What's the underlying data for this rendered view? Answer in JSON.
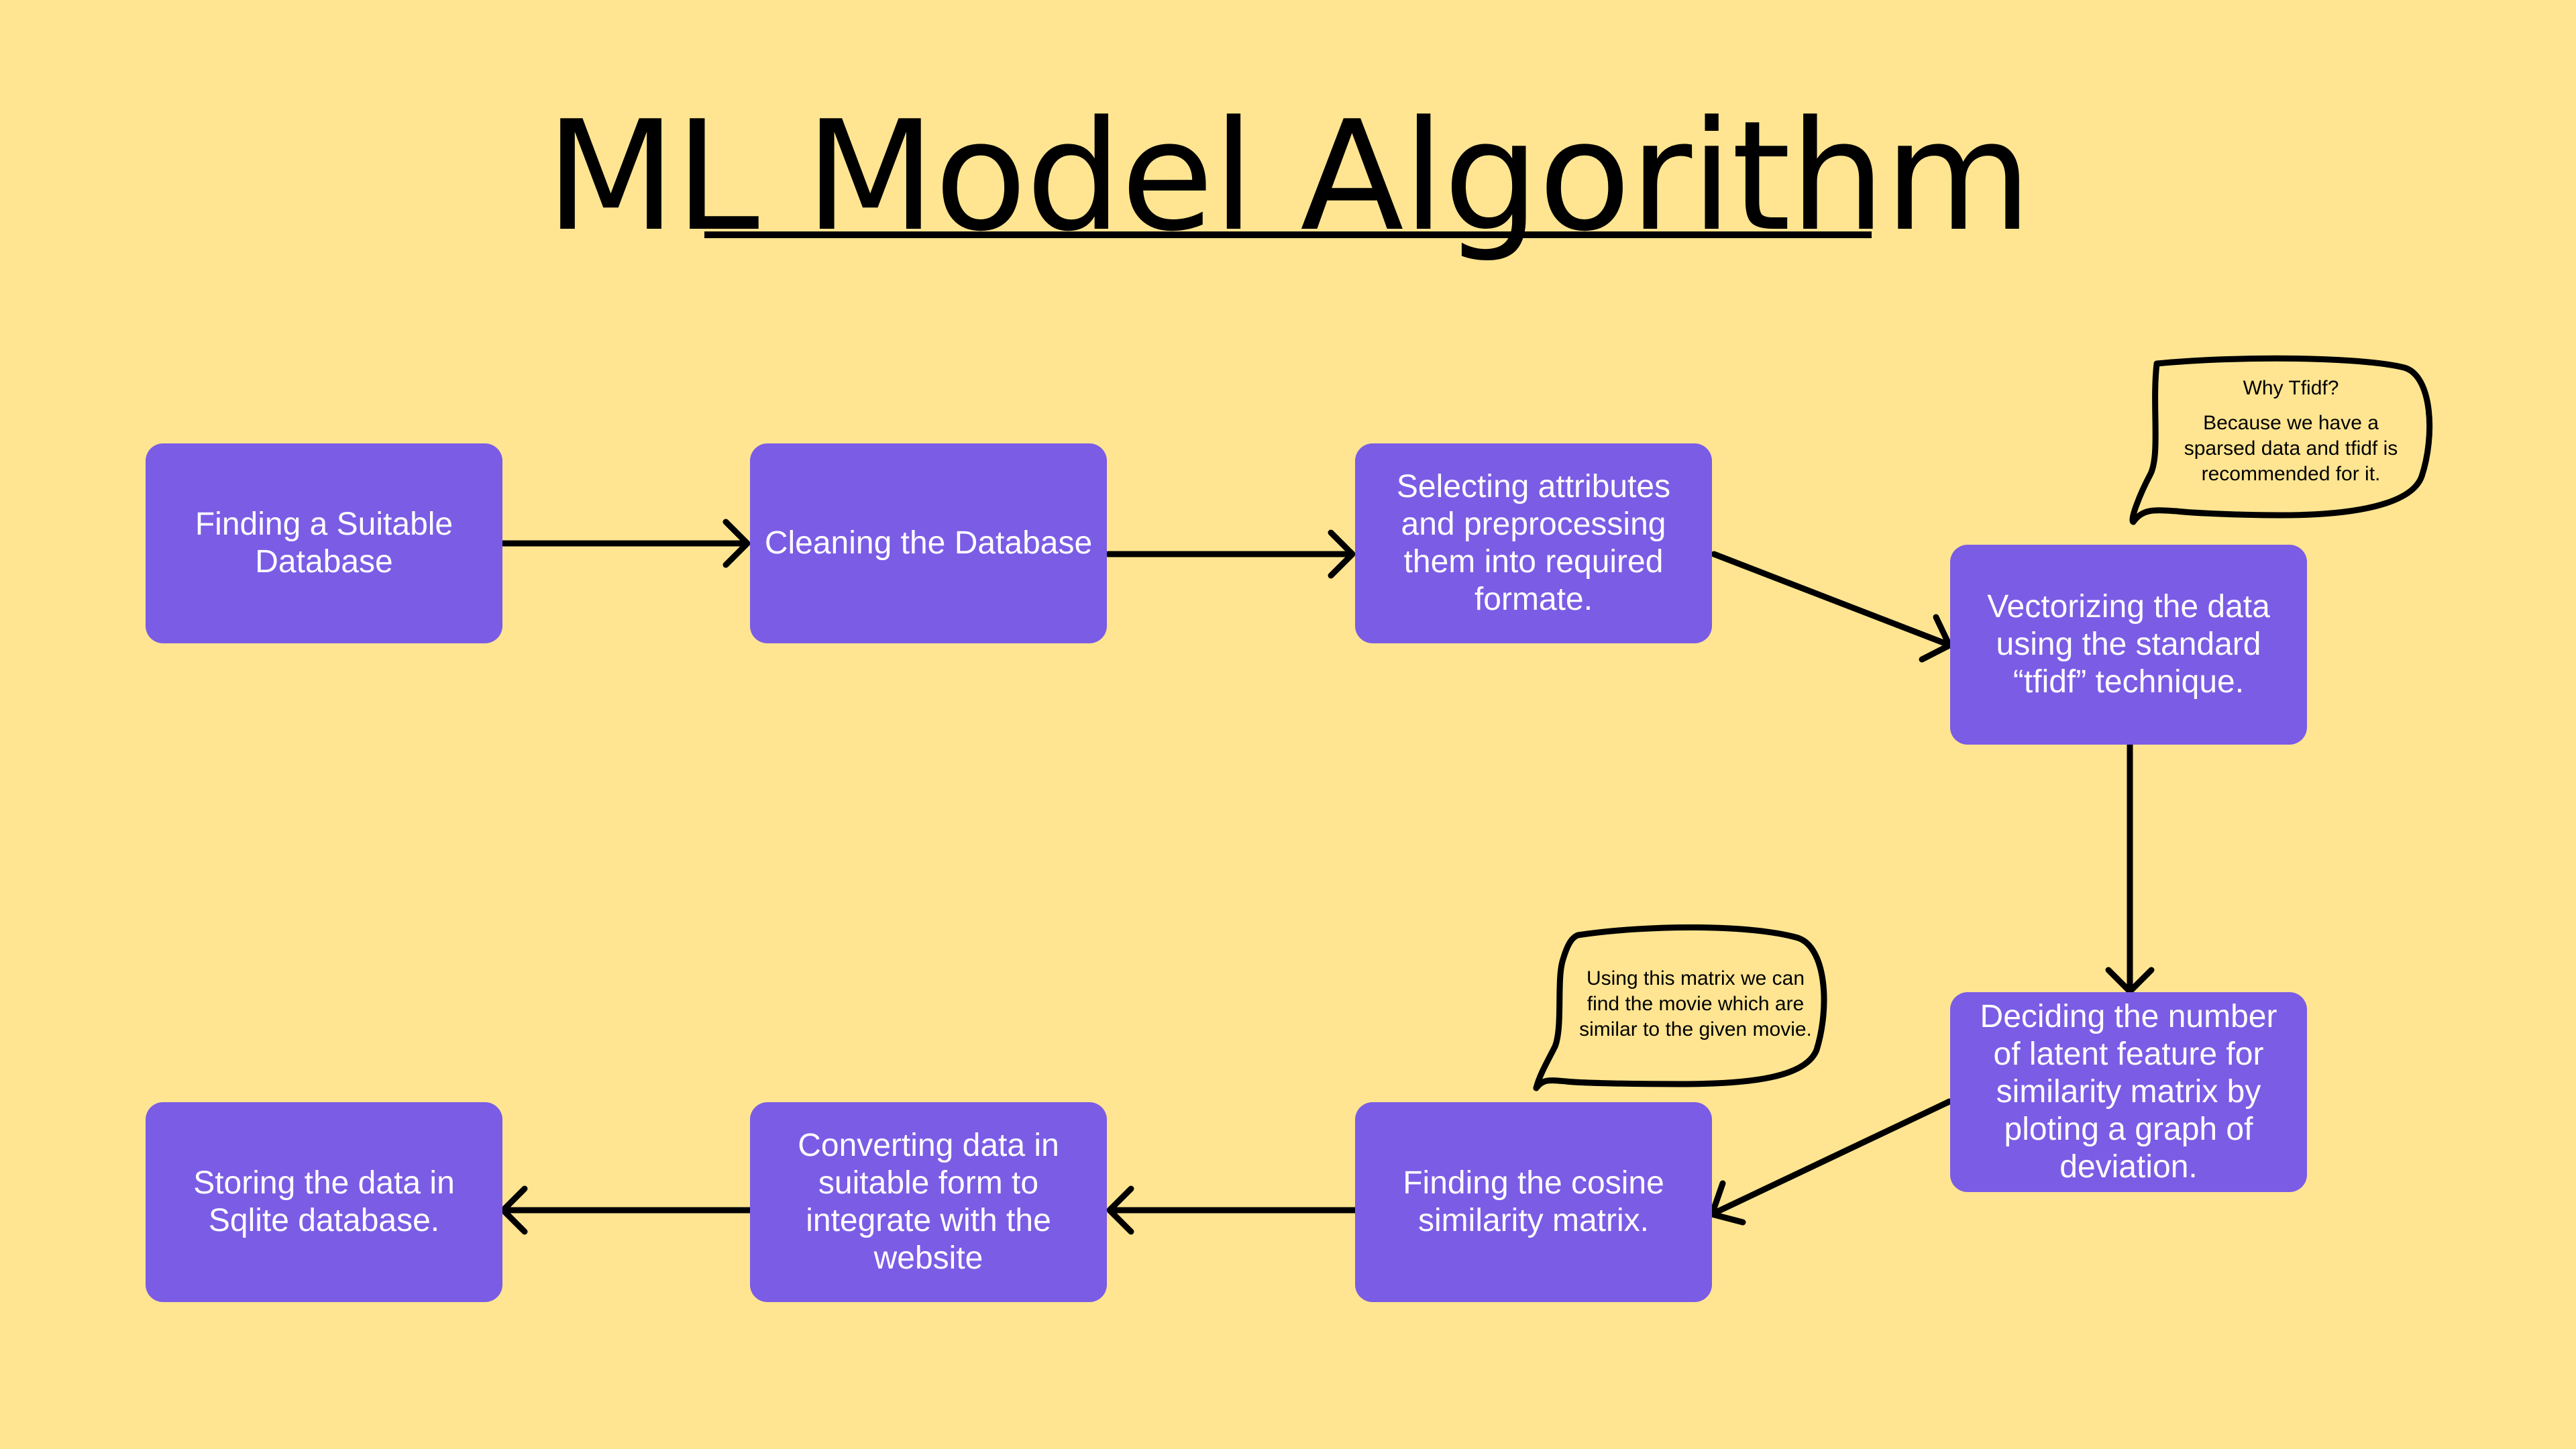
{
  "diagram": {
    "title": "ML Model Algorithm",
    "nodes": [
      {
        "id": "n1",
        "text": "Finding a Suitable Database"
      },
      {
        "id": "n2",
        "text": "Cleaning the Database"
      },
      {
        "id": "n3",
        "text": "Selecting attributes and preprocessing them into required formate."
      },
      {
        "id": "n4",
        "text": "Vectorizing the data using the standard “tfidf” technique."
      },
      {
        "id": "n5",
        "text": "Deciding the number of latent feature for similarity matrix by ploting a graph of deviation."
      },
      {
        "id": "n6",
        "text": "Finding the cosine similarity matrix."
      },
      {
        "id": "n7",
        "text": "Converting data in suitable form to integrate with the website"
      },
      {
        "id": "n8",
        "text": "Storing the data in Sqlite database."
      }
    ],
    "edges": [
      {
        "from": "n1",
        "to": "n2"
      },
      {
        "from": "n2",
        "to": "n3"
      },
      {
        "from": "n3",
        "to": "n4"
      },
      {
        "from": "n4",
        "to": "n5"
      },
      {
        "from": "n5",
        "to": "n6"
      },
      {
        "from": "n6",
        "to": "n7"
      },
      {
        "from": "n7",
        "to": "n8"
      }
    ],
    "callouts": [
      {
        "attached_to": "n4",
        "question": "Why Tfidf?",
        "text": "Because we have a sparsed data and tfidf is recommended for it."
      },
      {
        "attached_to": "n6",
        "text": "Using this matrix we can find the movie which are similar to the given movie."
      }
    ]
  },
  "colors": {
    "background": "#FFE591",
    "box_fill": "#7B5CE5",
    "box_text": "#FFFFFF",
    "connector": "#000000"
  }
}
